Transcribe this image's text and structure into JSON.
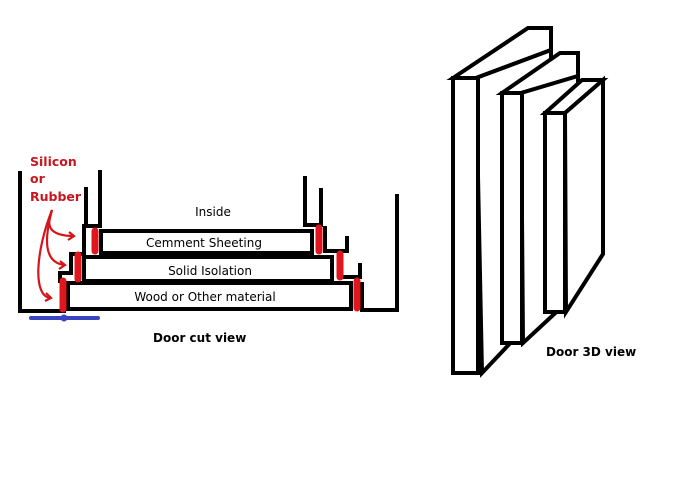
{
  "cut_view": {
    "title": "Door cut view",
    "inside_label": "Inside",
    "layers": [
      {
        "label": "Cemment Sheeting"
      },
      {
        "label": "Solid Isolation"
      },
      {
        "label": "Wood or  Other material"
      }
    ],
    "seal_annotation": [
      "Silicon",
      "or",
      "Rubber"
    ],
    "colors": {
      "seal": "#e0161e",
      "annotation": "#c8161e",
      "floor_marker": "#3a44c0",
      "outline": "#000000"
    }
  },
  "view_3d": {
    "title": "Door 3D view"
  }
}
